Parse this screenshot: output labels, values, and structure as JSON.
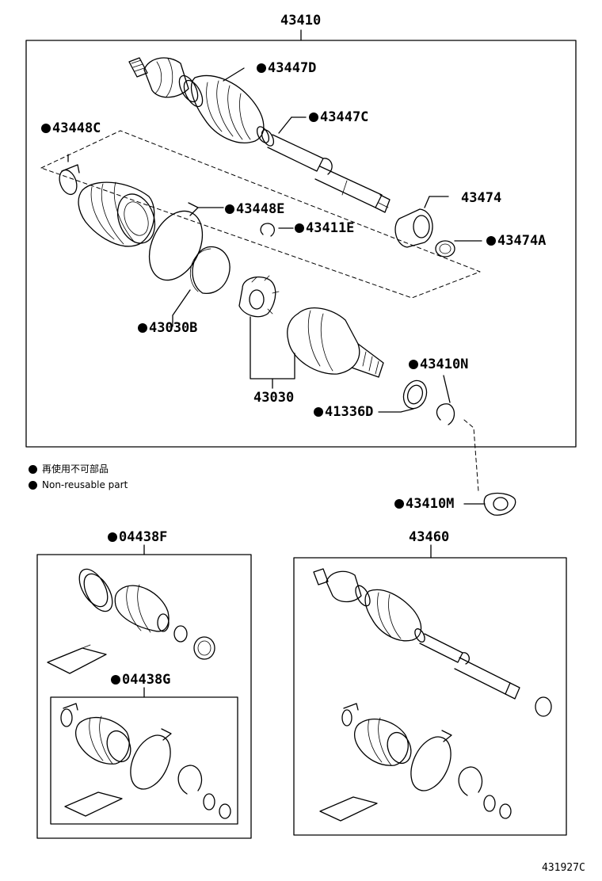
{
  "diagram": {
    "assembly_number": "43410",
    "inner_assembly_number": "43460",
    "figure_id": "431927C"
  },
  "labels": {
    "p43447D": "43447D",
    "p43447C": "43447C",
    "p43448C": "43448C",
    "p43474": "43474",
    "p43448E": "43448E",
    "p43411E": "43411E",
    "p43474A": "43474A",
    "p43030B": "43030B",
    "p43030": "43030",
    "p43410N": "43410N",
    "p41336D": "41336D",
    "p43410M": "43410M",
    "p04438F": "04438F",
    "p04438G": "04438G"
  },
  "legend": {
    "line1": "再使用不可部品",
    "line2": "Non-reusable part"
  }
}
